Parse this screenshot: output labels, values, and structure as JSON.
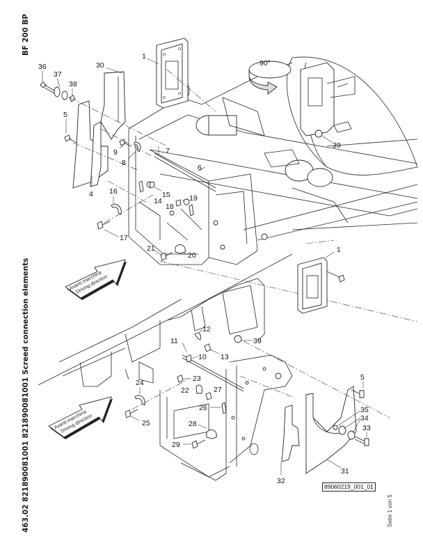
{
  "header": {
    "model": "BF 200 BP",
    "title": "463.02 821890081001 821890081001 Screed connection elements"
  },
  "footer": {
    "drawing_id": "89060219_001_01",
    "page": "Seite 1 von 5"
  },
  "detail_view": {
    "rotation_label": "90°"
  },
  "direction_arrows": [
    {
      "line1": "Avanti macchina",
      "line2": "Driving direction"
    },
    {
      "line1": "Avanti macchina",
      "line2": "Driving direction"
    }
  ],
  "callouts_upper": [
    "1",
    "36",
    "37",
    "38",
    "30",
    "5",
    "9",
    "8",
    "4",
    "7",
    "6",
    "16",
    "15",
    "14",
    "18",
    "19",
    "17",
    "21",
    "20",
    "39"
  ],
  "callouts_lower": [
    "1",
    "12",
    "39",
    "11",
    "13",
    "10",
    "23",
    "24",
    "22",
    "27",
    "26",
    "25",
    "28",
    "29",
    "5",
    "35",
    "34",
    "33",
    "31",
    "32"
  ]
}
